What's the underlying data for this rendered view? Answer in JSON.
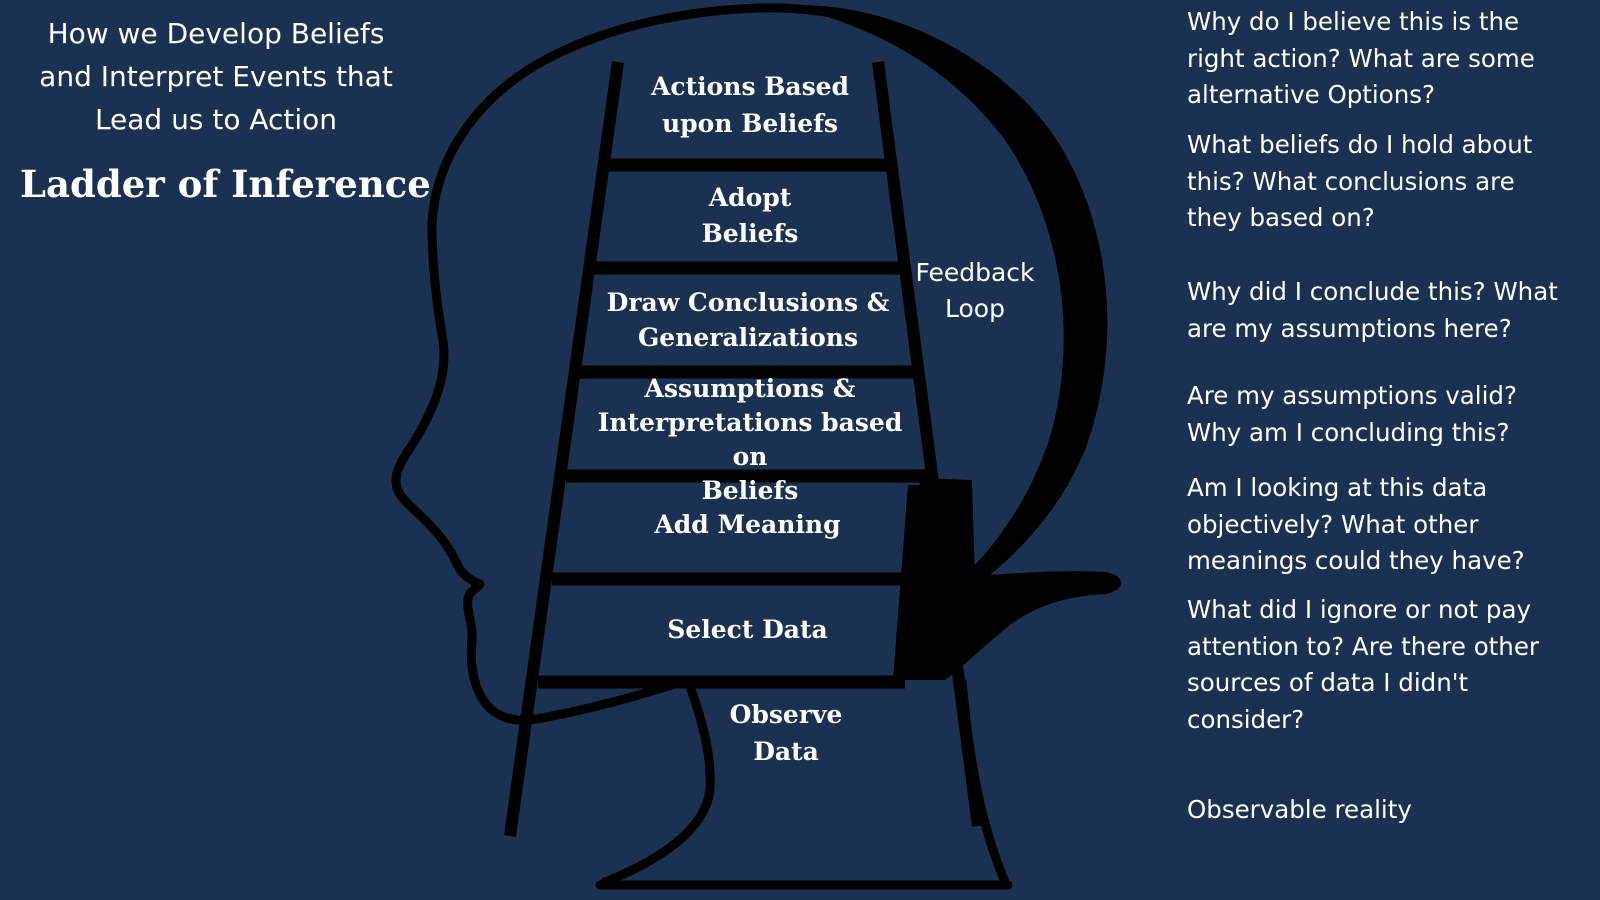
{
  "subtitle": "How we Develop Beliefs\nand Interpret Events that\nLead us to Action",
  "title": "Ladder of Inference",
  "feedback_label": "Feedback\nLoop",
  "rungs": [
    "Actions Based\nupon Beliefs",
    "Adopt\nBeliefs",
    "Draw Conclusions &\nGeneralizations",
    "Assumptions &\nInterpretations based on\nBeliefs",
    "Add Meaning",
    "Select Data",
    "Observe\nData"
  ],
  "questions": [
    "Why do I believe this is the\nright action? What are some\nalternative Options?",
    "What beliefs do I hold about\nthis? What conclusions are\nthey based on?",
    "Why did I conclude this? What\nare my assumptions here?",
    "Are my assumptions valid?\nWhy am I concluding this?",
    "Am I looking at this data\nobjectively? What other\nmeanings could they have?",
    "What did I ignore or not pay\nattention to? Are there other\nsources of data I didn't\nconsider?",
    "Observable reality"
  ]
}
